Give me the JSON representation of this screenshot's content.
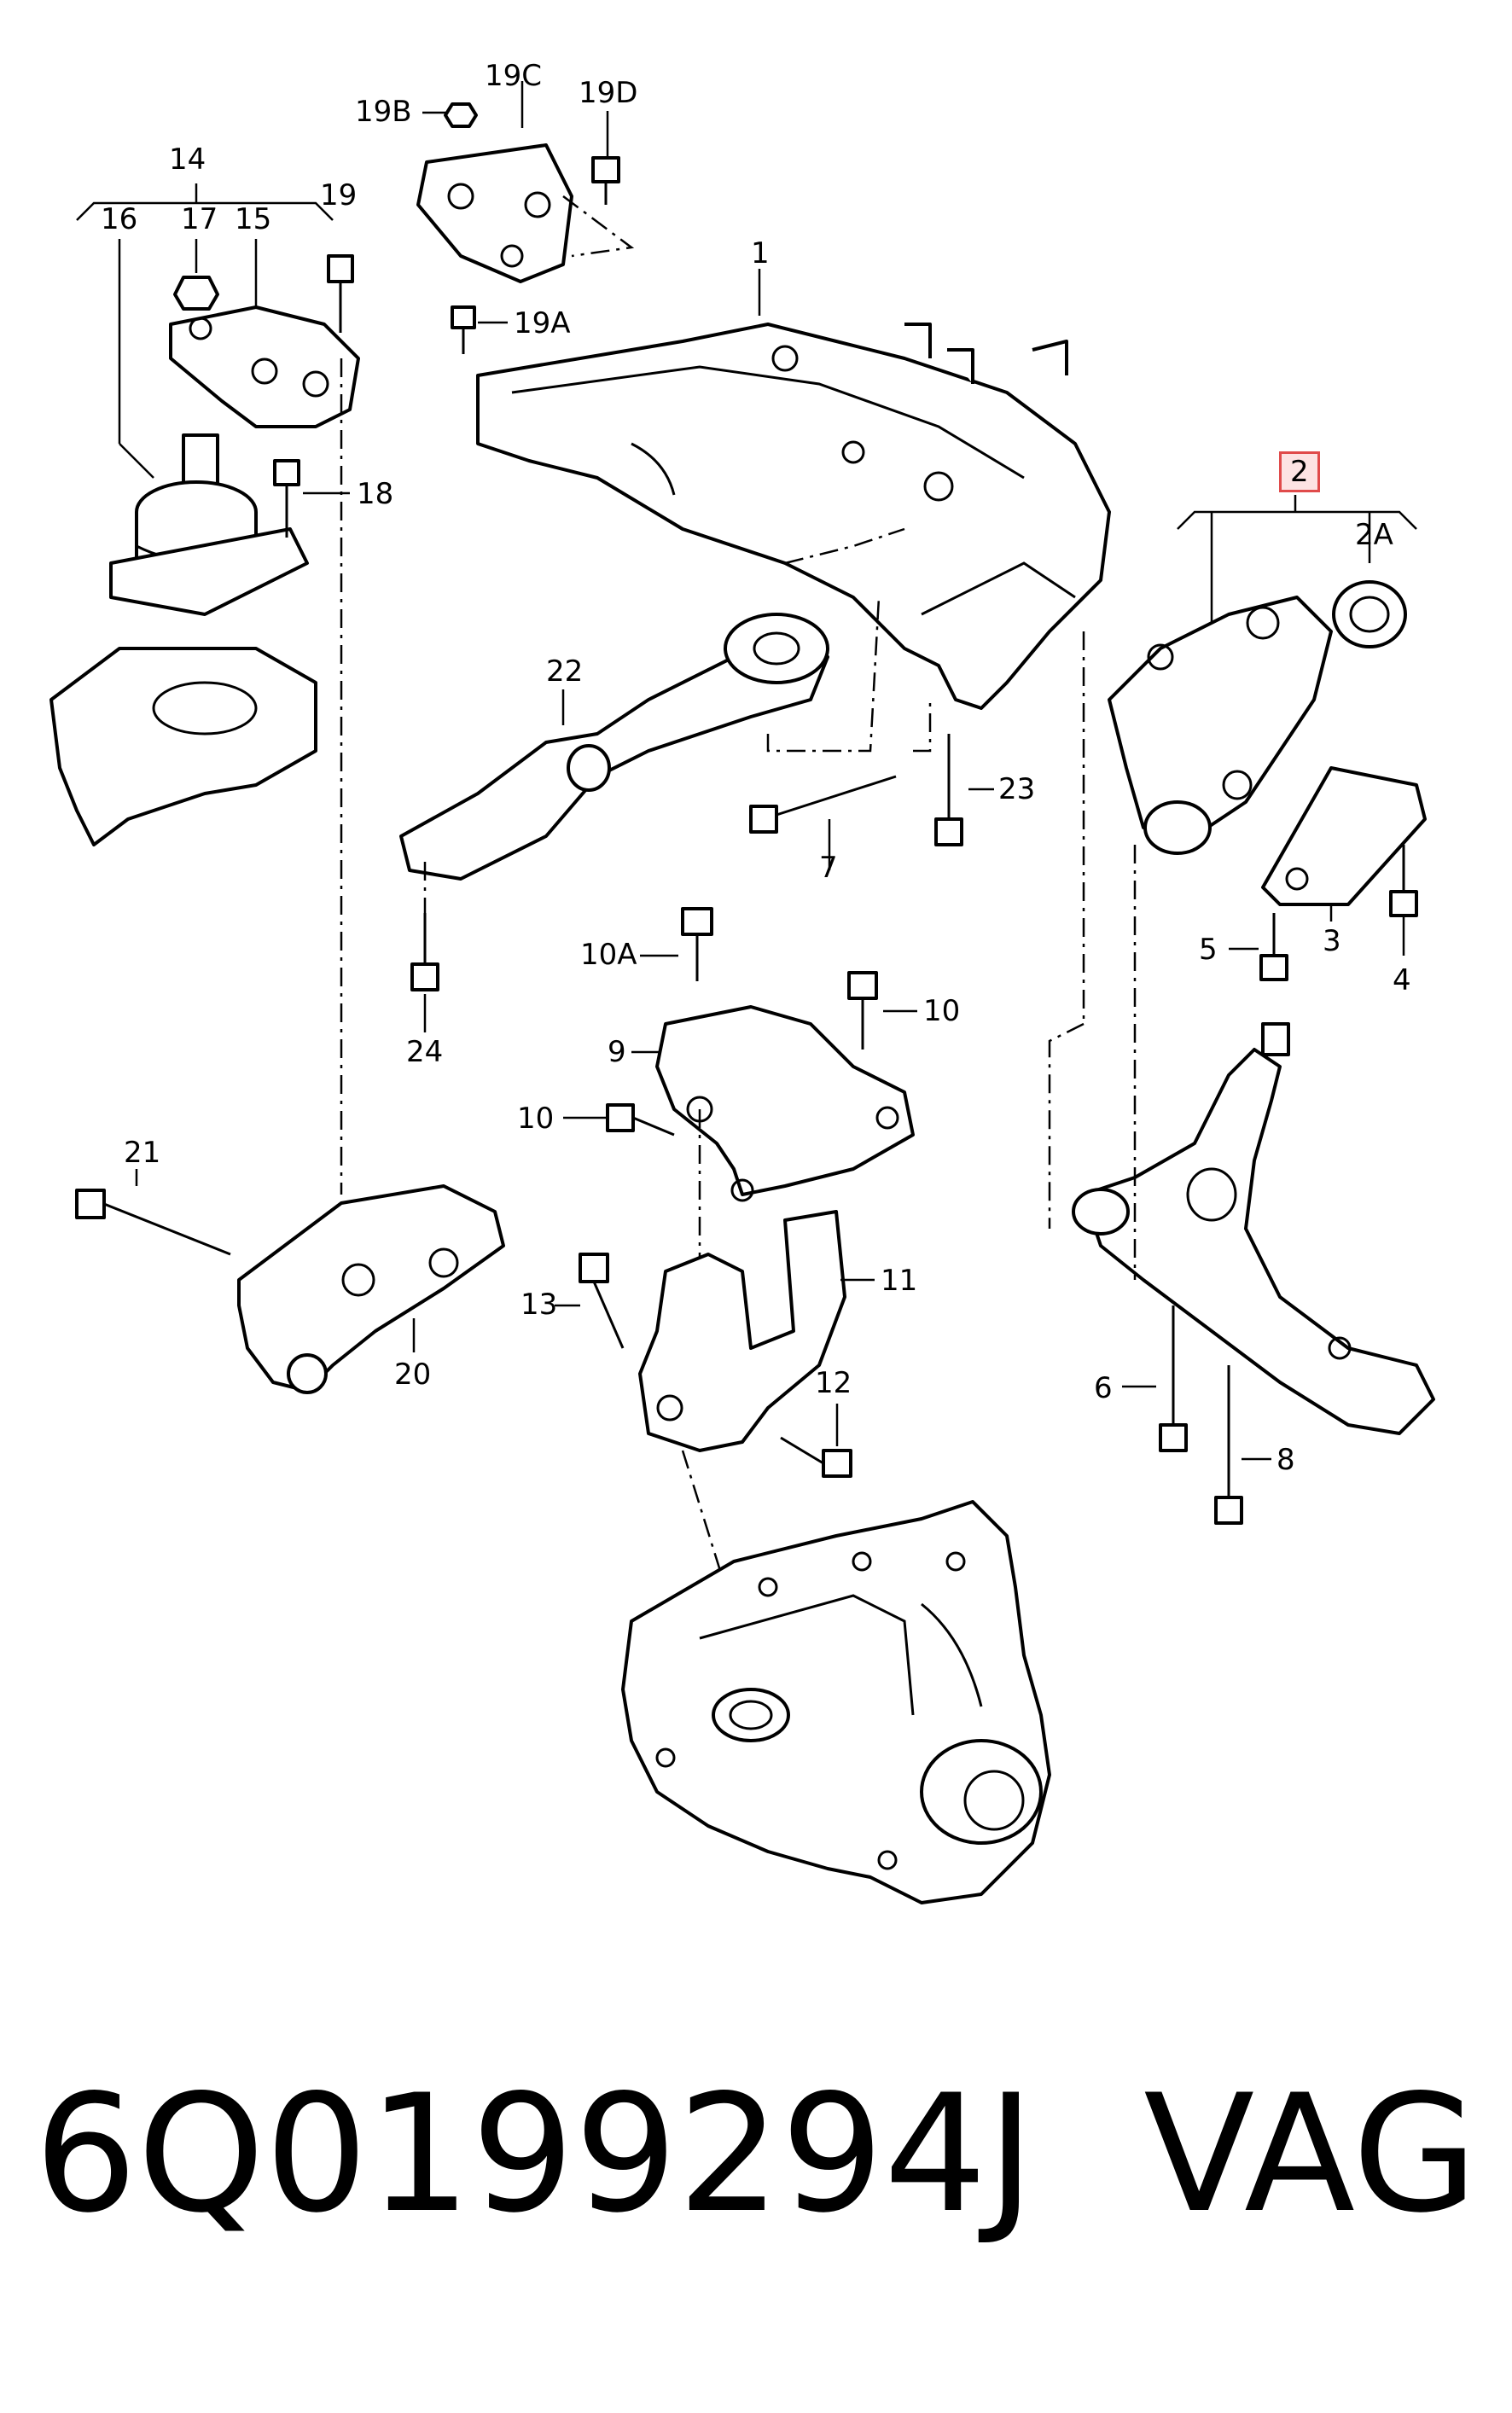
{
  "callouts": {
    "c1": "1",
    "c2": "2",
    "c2A": "2A",
    "c3": "3",
    "c4": "4",
    "c5": "5",
    "c6": "6",
    "c7": "7",
    "c8": "8",
    "c9": "9",
    "c10A": "10A",
    "c10a": "10",
    "c10b": "10",
    "c11": "11",
    "c12": "12",
    "c13": "13",
    "c14": "14",
    "c15": "15",
    "c16": "16",
    "c17": "17",
    "c18": "18",
    "c19": "19",
    "c19A": "19A",
    "c19B": "19B",
    "c19C": "19C",
    "c19D": "19D",
    "c20": "20",
    "c21": "21",
    "c22": "22",
    "c23": "23",
    "c24": "24"
  },
  "footer": {
    "part_number": "6Q0199294J",
    "brand": "VAG"
  },
  "colors": {
    "line": "#000000",
    "background": "#ffffff",
    "highlight_border": "#e04b4b",
    "highlight_fill": "#fde3e3"
  }
}
